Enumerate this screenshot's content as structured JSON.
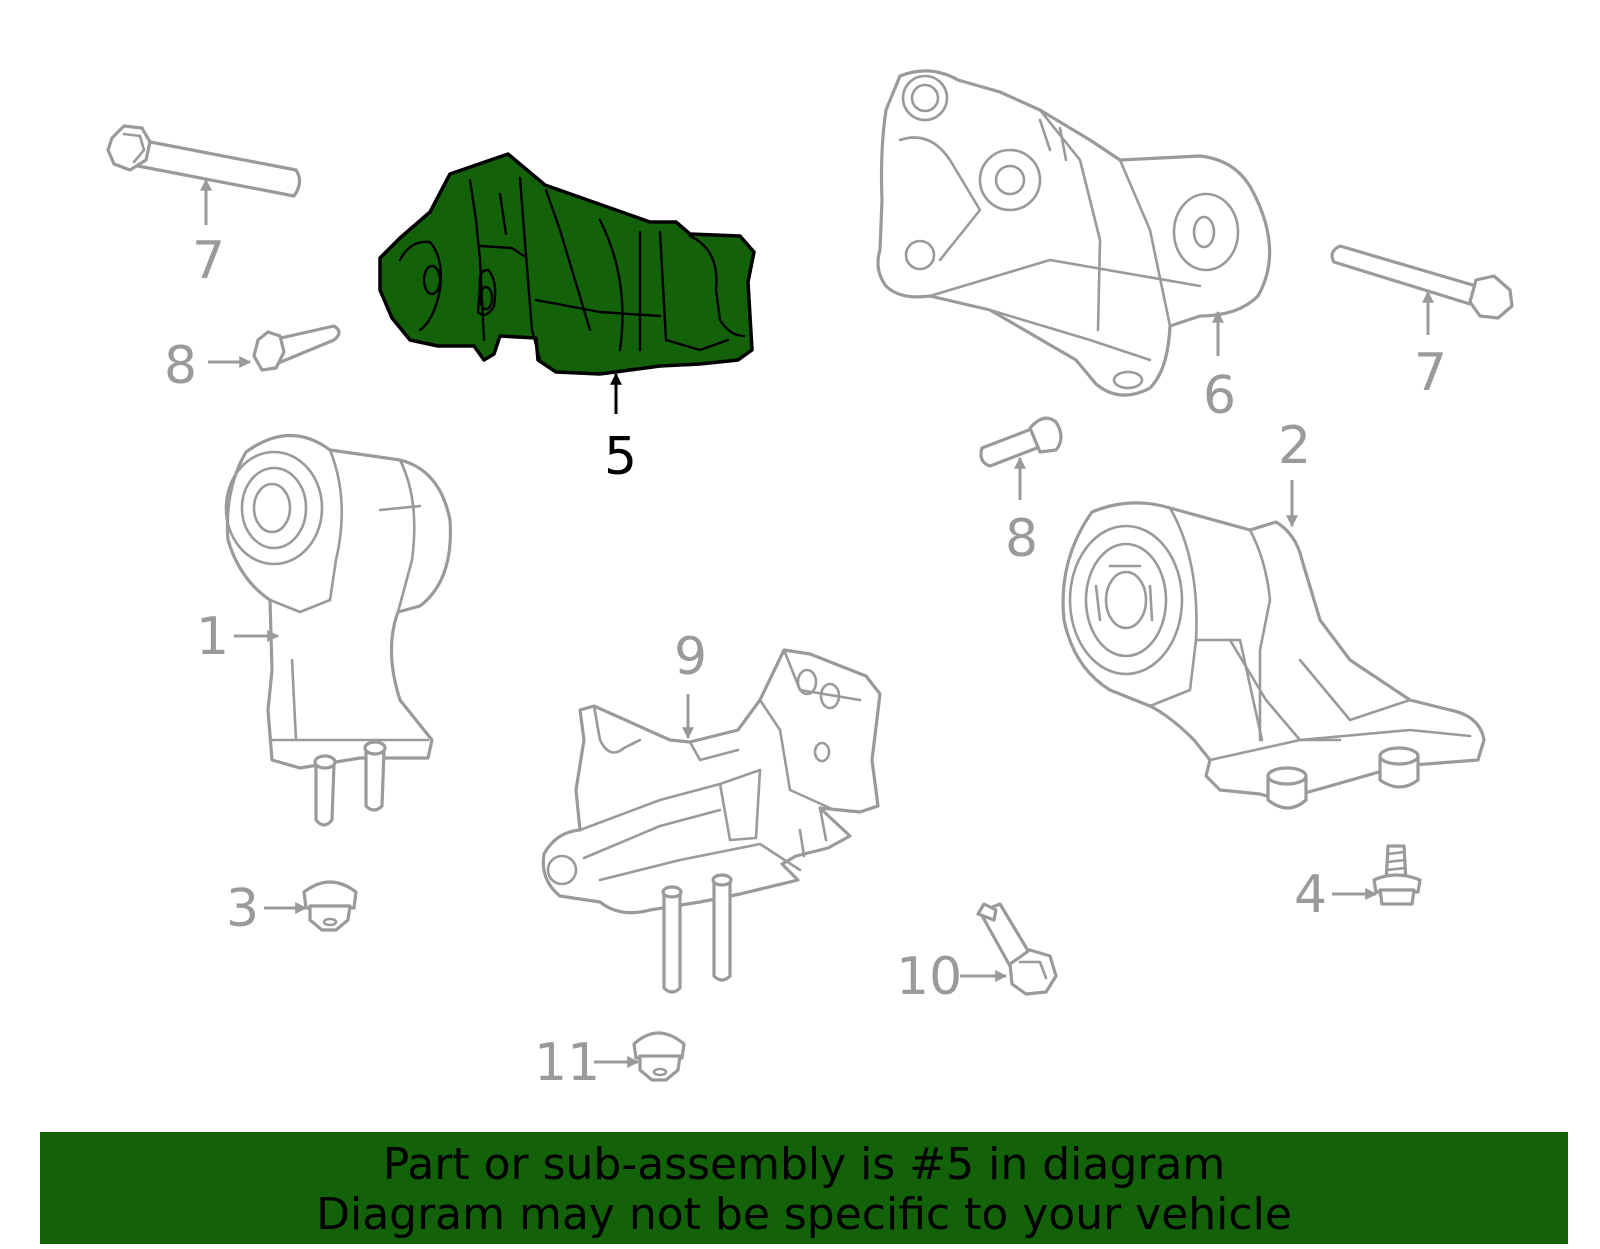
{
  "diagram": {
    "highlight_color": "#13620a",
    "part_color": "#9a9a9a",
    "callouts": {
      "c1": "1",
      "c2": "2",
      "c3": "3",
      "c4": "4",
      "c5": "5",
      "c6": "6",
      "c7a": "7",
      "c7b": "7",
      "c8a": "8",
      "c8b": "8",
      "c9": "9",
      "c10": "10",
      "c11": "11"
    }
  },
  "banner": {
    "line1": "Part or sub-assembly is #5 in diagram",
    "line2": "Diagram may not be specific to your vehicle"
  }
}
